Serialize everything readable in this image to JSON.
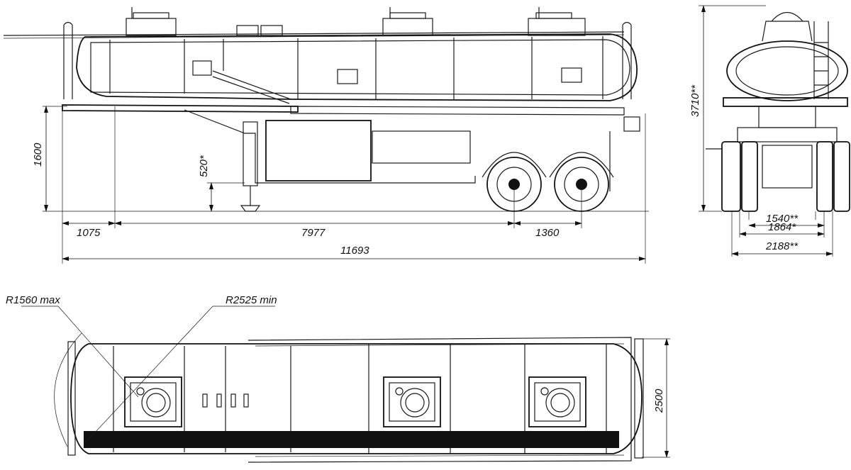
{
  "dimensions": {
    "height_1600": "1600",
    "jack_520": "520*",
    "front_1075": "1075",
    "wheelbase_7977": "7977",
    "axle_1360": "1360",
    "length_11693": "11693",
    "height_3710": "3710**",
    "track_1540": "1540**",
    "track_1864": "1864*",
    "width_2188": "2188**",
    "width_2500": "2500",
    "radius_1560": "R1560 max",
    "radius_2525": "R2525 min"
  },
  "colors": {
    "line": "#1a1a1a",
    "background": "#ffffff"
  }
}
